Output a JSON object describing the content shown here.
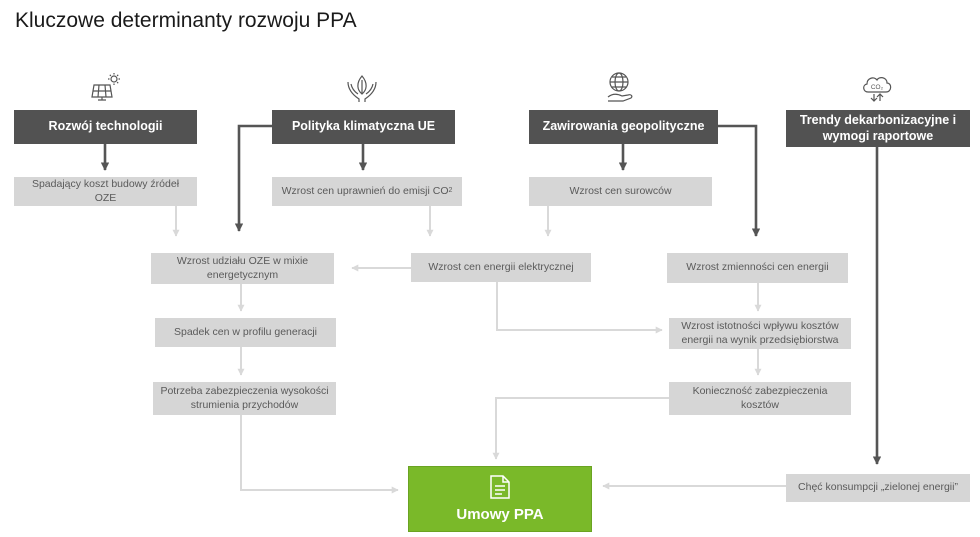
{
  "title": "Kluczowe determinanty rozwoju PPA",
  "drivers": {
    "technology": "Rozwój technologii",
    "climate_policy": "Polityka klimatyczna UE",
    "geopolitics": "Zawirowania geopolityczne",
    "decarbonization": "Trendy dekarbonizacyjne i wymogi raportowe"
  },
  "effects": {
    "oze_cost": "Spadający koszt budowy źródeł OZE",
    "co2_price": "Wzrost cen uprawnień do emisji CO",
    "co2_sub": "2",
    "raw_materials": "Wzrost cen surowców",
    "oze_share": "Wzrost udziału OZE w mixie energetycznym",
    "electricity_price": "Wzrost cen energii elektrycznej",
    "volatility": "Wzrost zmienności cen energii",
    "profile_price_drop": "Spadek cen w profilu generacji",
    "cost_significance": "Wzrost istotności wpływu kosztów energii na wynik przedsiębiorstwa",
    "revenue_security": "Potrzeba zabezpieczenia wysokości strumienia przychodów",
    "cost_security": "Konieczność zabezpieczenia kosztów",
    "green_energy": "Chęć konsumpcji „zielonej energii”"
  },
  "result": "Umowy PPA",
  "icons": {
    "technology": "solar-panel-icon",
    "climate_policy": "hands-leaf-icon",
    "geopolitics": "globe-hand-icon",
    "decarbonization": "co2-cloud-icon",
    "result": "document-icon",
    "co2_label": "CO₂"
  },
  "colors": {
    "dark_box": "#525252",
    "light_box": "#d6d6d6",
    "green_box": "#7ab929",
    "dark_arrow": "#555555",
    "light_arrow": "#d9d9d9"
  }
}
